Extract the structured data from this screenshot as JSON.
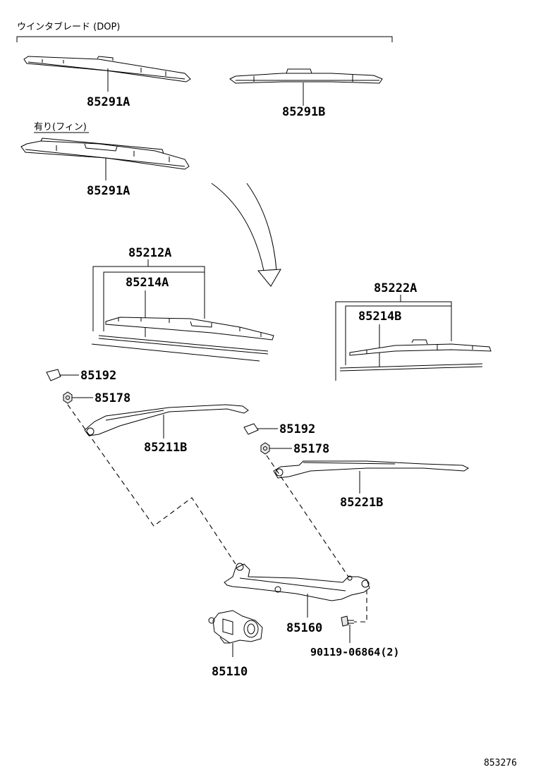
{
  "header": {
    "blade_group_label": "ウインタブレード (DOP)",
    "fin_note": "有り(フィン)"
  },
  "parts": {
    "blade_a_top": "85291A",
    "blade_b": "85291B",
    "blade_a_fin": "85291A",
    "blade_assy_a": "85212A",
    "refill_a": "85214A",
    "blade_assy_b": "85222A",
    "refill_b": "85214B",
    "cap_left": "85192",
    "nut_left": "85178",
    "arm_left": "85211B",
    "cap_right": "85192",
    "nut_right": "85178",
    "arm_right": "85221B",
    "link_assy": "85160",
    "motor": "85110",
    "bolt": "90119-06864(2)"
  },
  "footer": {
    "diagram_code": "853276"
  }
}
